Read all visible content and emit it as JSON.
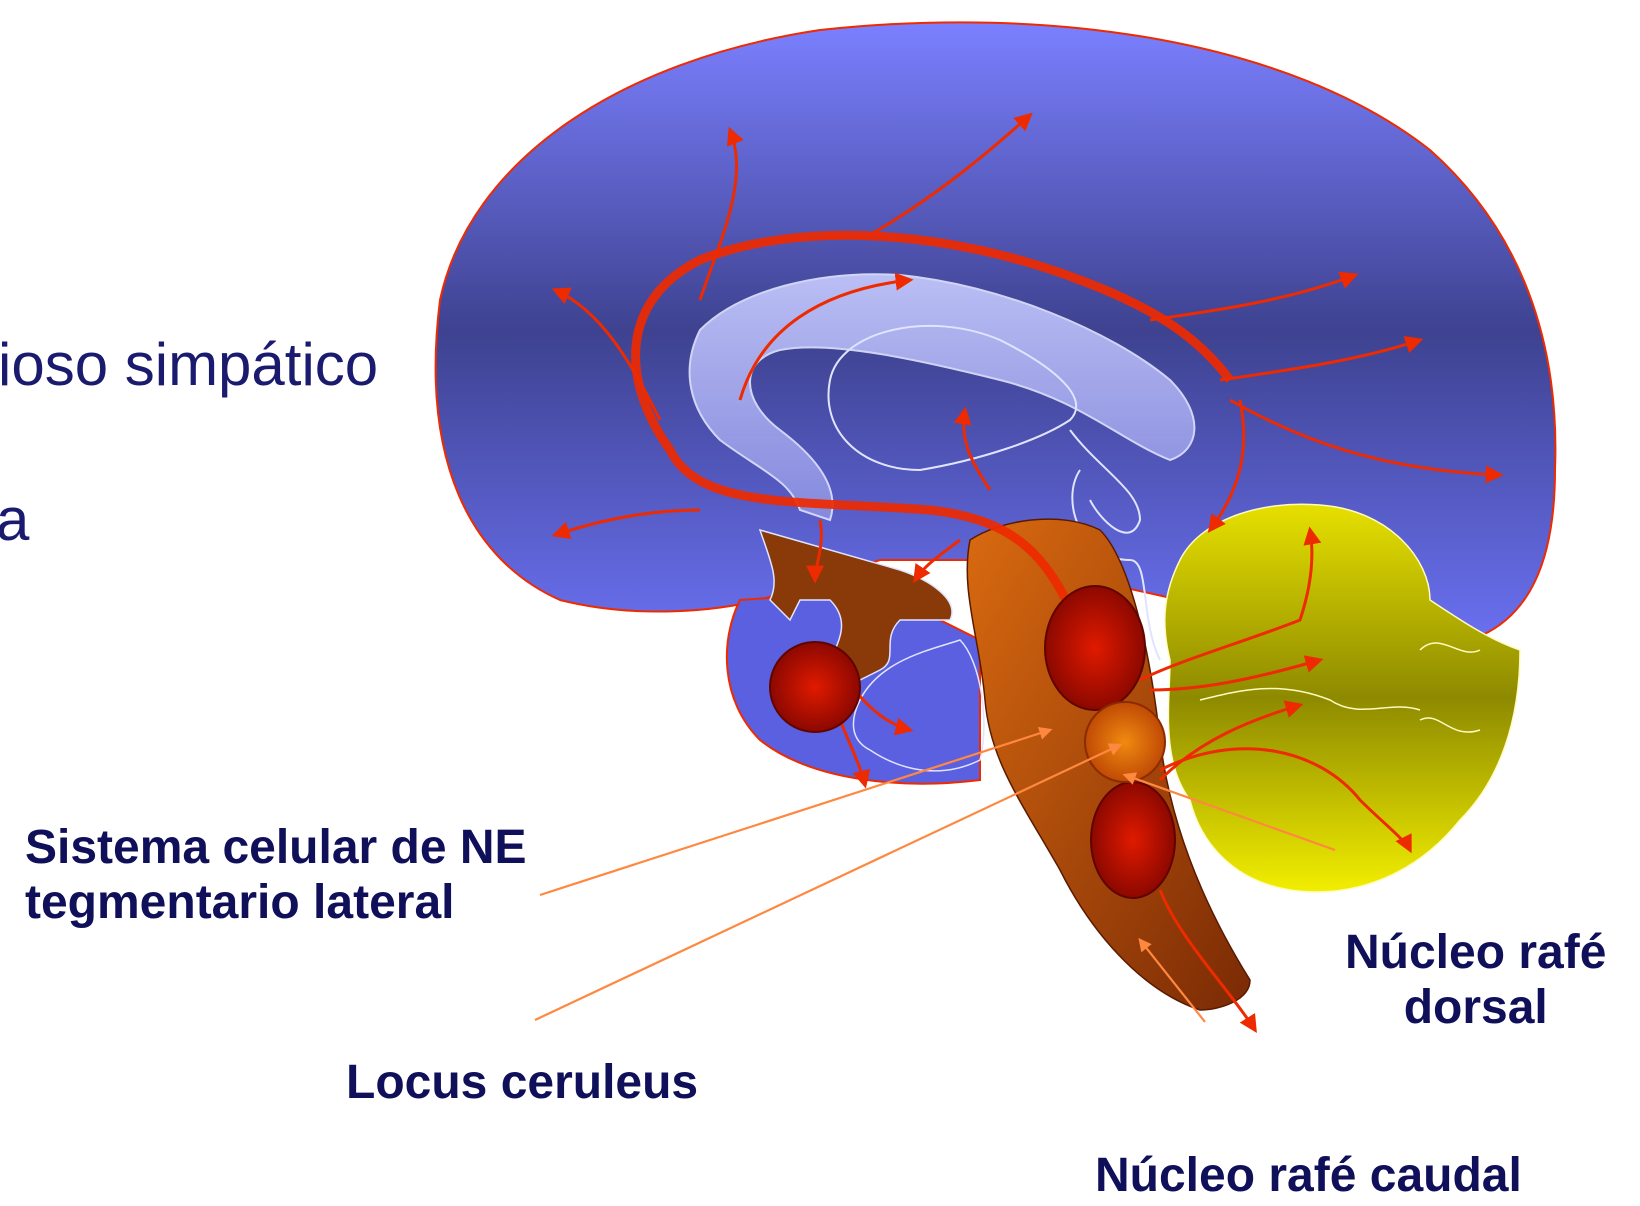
{
  "slide": {
    "body_lines": [
      "ioso simpático",
      "a"
    ]
  },
  "labels": {
    "lateral_tegmental": [
      "Sistema celular de NE",
      "tegmentario lateral"
    ],
    "locus_ceruleus": "Locus ceruleus",
    "raphe_dorsal": [
      "Núcleo rafé",
      "dorsal"
    ],
    "raphe_caudal": "Núcleo rafé caudal"
  },
  "colors": {
    "brain_top": "#7b80ff",
    "brain_mid": "#3e4290",
    "brain_bottom": "#6a70f0",
    "brainstem_light": "#d96a10",
    "brainstem_dark": "#7a2a05",
    "cerebellum_light": "#f2ee00",
    "cerebellum_dark": "#8e8a00",
    "nucleus_red": "#b80c00",
    "locus_orange": "#e0700a",
    "fiber_red": "#ee2a00",
    "pointer_orange": "#ff8840",
    "label_navy": "#10105a"
  }
}
